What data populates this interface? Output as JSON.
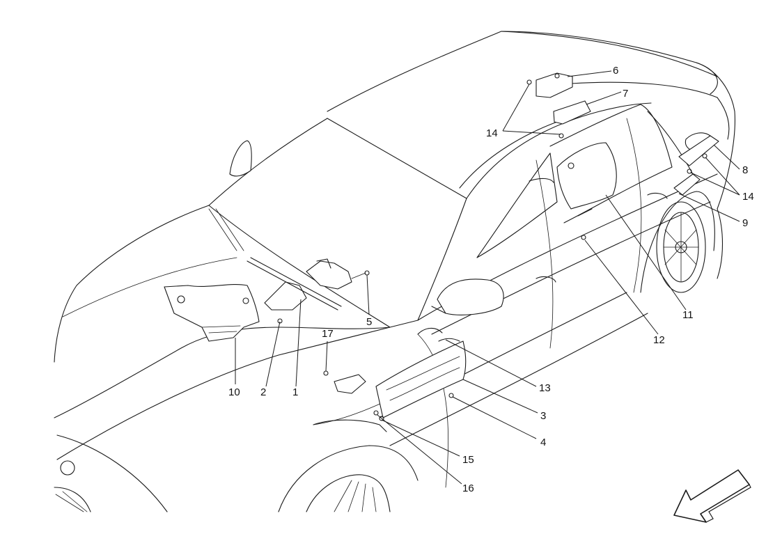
{
  "diagram": {
    "callouts": [
      {
        "id": "c1",
        "label": "1"
      },
      {
        "id": "c2",
        "label": "2"
      },
      {
        "id": "c3",
        "label": "3"
      },
      {
        "id": "c4",
        "label": "4"
      },
      {
        "id": "c5",
        "label": "5"
      },
      {
        "id": "c6",
        "label": "6"
      },
      {
        "id": "c7",
        "label": "7"
      },
      {
        "id": "c8",
        "label": "8"
      },
      {
        "id": "c9",
        "label": "9"
      },
      {
        "id": "c10",
        "label": "10"
      },
      {
        "id": "c11",
        "label": "11"
      },
      {
        "id": "c12",
        "label": "12"
      },
      {
        "id": "c13",
        "label": "13"
      },
      {
        "id": "c14a",
        "label": "14"
      },
      {
        "id": "c14b",
        "label": "14"
      },
      {
        "id": "c15",
        "label": "15"
      },
      {
        "id": "c16",
        "label": "16"
      },
      {
        "id": "c17",
        "label": "17"
      }
    ],
    "direction_arrow": {
      "icon": "direction-arrow-icon"
    }
  }
}
